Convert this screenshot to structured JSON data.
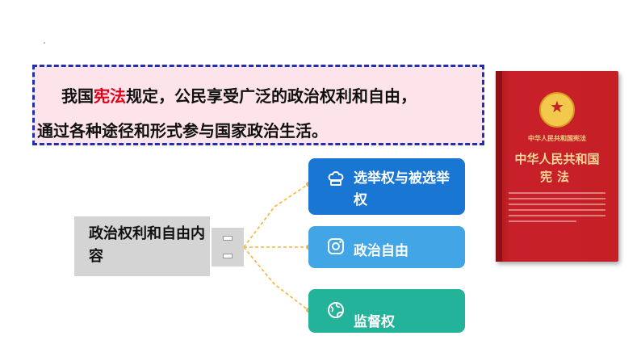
{
  "statement": {
    "prefix": "我国",
    "highlight": "宪法",
    "rest_line1": "规定，公民享受广泛的政治权利和自由，",
    "line2": "通过各种途径和形式参与国家政治生活。",
    "highlight_color": "#e0001b",
    "box_color": "#fce4ea",
    "border_color": "#1f2fb0"
  },
  "book": {
    "small_title": "中华人民共和国宪法",
    "title": "中华人民共和国",
    "subtitle": "宪法",
    "color": "#c62026",
    "icon": "national-emblem-icon"
  },
  "usb": {
    "label": "政治权利和自由内容",
    "color": "#d4d4d4"
  },
  "items": [
    {
      "label": "选举权与被选举权",
      "icon": "chef-hat-icon",
      "color": "#1976d2"
    },
    {
      "label": "政治自由",
      "icon": "camera-icon",
      "color": "#42a5e6"
    },
    {
      "label": "监督权",
      "icon": "globe-icon",
      "color": "#23b39b"
    }
  ],
  "connector_color": "#f2b43b"
}
